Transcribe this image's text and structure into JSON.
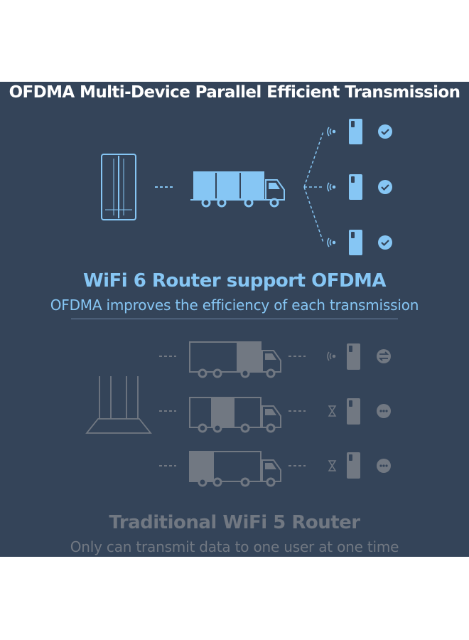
{
  "title": "OFDMA Multi-Device Parallel Efficient Transmission",
  "wifi6": {
    "heading": "WiFi 6 Router support OFDMA",
    "subheading": "OFDMA improves the efficiency of each transmission",
    "device_status_icons": [
      "check-circle-icon",
      "check-circle-icon",
      "check-circle-icon"
    ]
  },
  "wifi5": {
    "heading": "Traditional WiFi 5 Router",
    "subheading": "Only can transmit data to one user at one time",
    "device_status_icons": [
      "transfer-icon",
      "more-icon",
      "more-icon"
    ],
    "device_signal_icons": [
      "wifi-signal-icon",
      "hourglass-icon",
      "hourglass-icon"
    ],
    "truck_active_compartment": [
      3,
      2,
      1
    ]
  },
  "colors": {
    "background": "#344459",
    "accent_blue": "#86c6f4",
    "muted_grey": "#717882"
  }
}
